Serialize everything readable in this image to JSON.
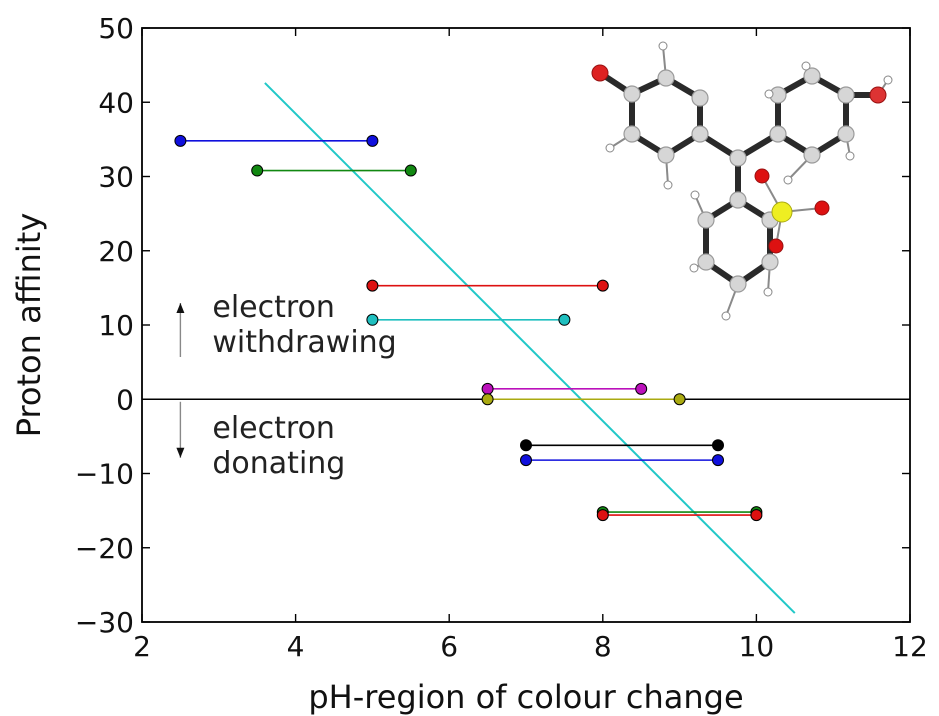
{
  "chart_data": {
    "type": "scatter",
    "title": "",
    "xlabel": "pH-region of colour change",
    "ylabel": "Proton affinity",
    "xlim": [
      2,
      12
    ],
    "ylim": [
      -30,
      50
    ],
    "xticks": [
      2,
      4,
      6,
      8,
      10,
      12
    ],
    "yticks": [
      50,
      40,
      30,
      20,
      10,
      0,
      -10,
      -20,
      -30
    ],
    "grid": false,
    "legend": "none",
    "zero_line": true,
    "series": [
      {
        "color": "#1010dd",
        "x": [
          2.5,
          5.0
        ],
        "y": [
          34.8,
          34.8
        ]
      },
      {
        "color": "#118811",
        "x": [
          3.5,
          5.5
        ],
        "y": [
          30.8,
          30.8
        ]
      },
      {
        "color": "#dd1111",
        "x": [
          5.0,
          8.0
        ],
        "y": [
          15.3,
          15.3
        ]
      },
      {
        "color": "#1fbfbf",
        "x": [
          5.0,
          7.5
        ],
        "y": [
          10.7,
          10.7
        ]
      },
      {
        "color": "#bb11bb",
        "x": [
          6.5,
          8.5
        ],
        "y": [
          1.4,
          1.4
        ]
      },
      {
        "color": "#aaaa11",
        "x": [
          6.5,
          9.0
        ],
        "y": [
          0.0,
          0.0
        ]
      },
      {
        "color": "#000000",
        "x": [
          7.0,
          9.5
        ],
        "y": [
          -6.2,
          -6.2
        ]
      },
      {
        "color": "#1010dd",
        "x": [
          7.0,
          9.5
        ],
        "y": [
          -8.2,
          -8.2
        ]
      },
      {
        "color": "#118811",
        "x": [
          8.0,
          10.0
        ],
        "y": [
          -15.2,
          -15.2
        ]
      },
      {
        "color": "#dd1111",
        "x": [
          8.0,
          10.0
        ],
        "y": [
          -15.6,
          -15.6
        ]
      }
    ],
    "fit_line": {
      "color": "#22c8c8",
      "x": [
        3.6,
        10.5
      ],
      "y": [
        42.6,
        -28.8
      ]
    },
    "annotations": [
      {
        "lines": [
          "electron",
          "withdrawing"
        ],
        "arrow": "up",
        "x": 2.5,
        "y": 10.0
      },
      {
        "lines": [
          "electron",
          "donating"
        ],
        "arrow": "down",
        "x": 2.5,
        "y": -6.0
      }
    ],
    "inset_image": "phenol-red-molecule-ball-and-stick"
  }
}
